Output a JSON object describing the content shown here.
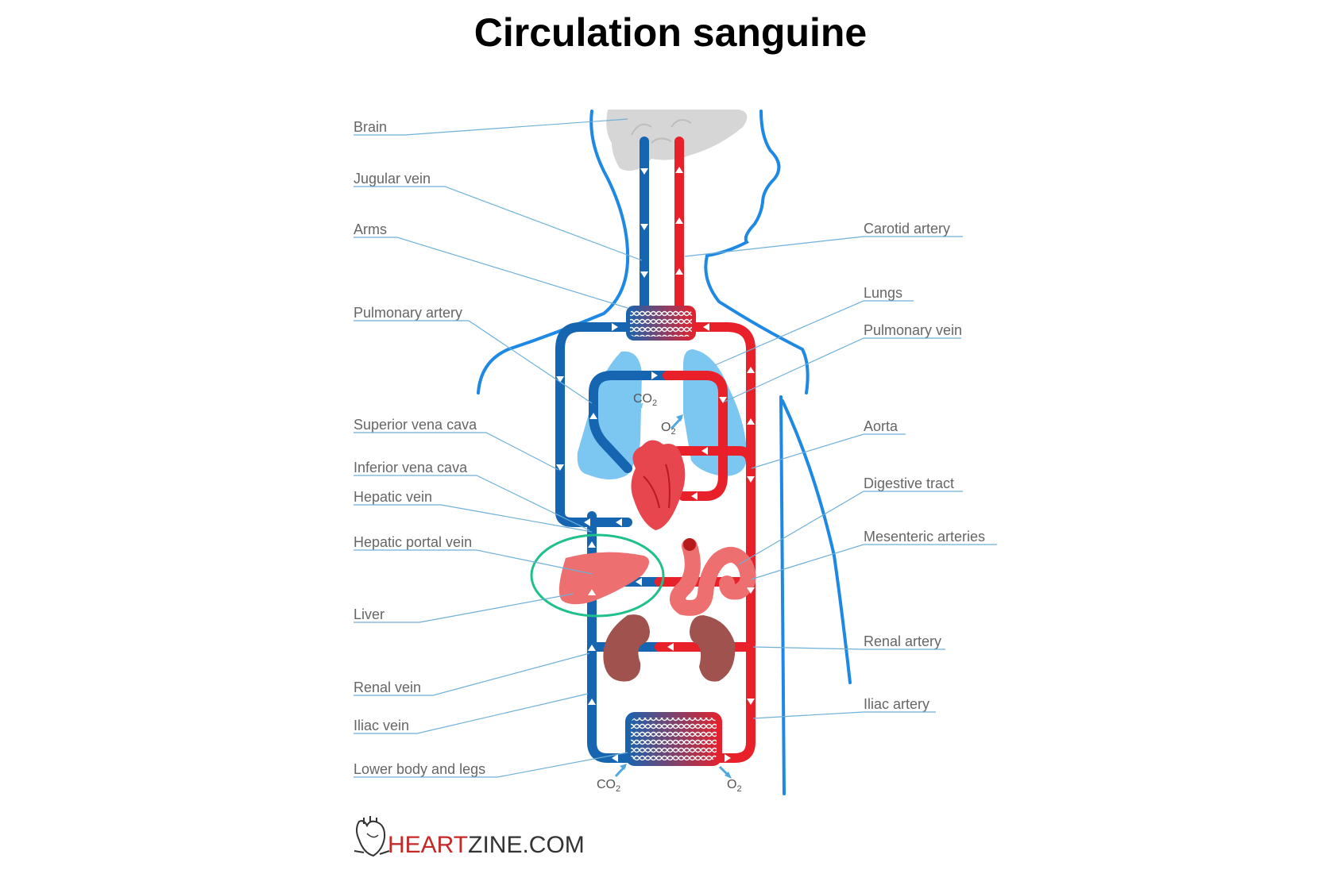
{
  "title": "Circulation sanguine",
  "labels_left": [
    {
      "id": "brain",
      "text": "Brain"
    },
    {
      "id": "jugular-vein",
      "text": "Jugular vein"
    },
    {
      "id": "arms",
      "text": "Arms"
    },
    {
      "id": "pulmonary-artery",
      "text": "Pulmonary artery"
    },
    {
      "id": "superior-vena-cava",
      "text": "Superior vena cava"
    },
    {
      "id": "inferior-vena-cava",
      "text": "Inferior vena cava"
    },
    {
      "id": "hepatic-vein",
      "text": "Hepatic vein"
    },
    {
      "id": "hepatic-portal-vein",
      "text": "Hepatic portal vein"
    },
    {
      "id": "liver",
      "text": "Liver"
    },
    {
      "id": "renal-vein",
      "text": "Renal vein"
    },
    {
      "id": "iliac-vein",
      "text": "Iliac vein"
    },
    {
      "id": "lower-body-legs",
      "text": "Lower body and legs"
    }
  ],
  "labels_right": [
    {
      "id": "carotid-artery",
      "text": "Carotid artery"
    },
    {
      "id": "lungs",
      "text": "Lungs"
    },
    {
      "id": "pulmonary-vein",
      "text": "Pulmonary vein"
    },
    {
      "id": "aorta",
      "text": "Aorta"
    },
    {
      "id": "digestive-tract",
      "text": "Digestive tract"
    },
    {
      "id": "mesenteric-arteries",
      "text": "Mesenteric arteries"
    },
    {
      "id": "renal-artery",
      "text": "Renal artery"
    },
    {
      "id": "iliac-artery",
      "text": "Iliac artery"
    }
  ],
  "gas": {
    "co2_main": "CO",
    "co2_sub": "2",
    "o2_main": "O",
    "o2_sub": "2"
  },
  "logo": {
    "part1": "HEART",
    "part2": "ZINE.COM"
  },
  "colors": {
    "vein": "#1565b0",
    "artery": "#e8202a",
    "highlight_circle": "#1fc08a",
    "logo_red": "#c62828",
    "logo_dark": "#333333"
  }
}
